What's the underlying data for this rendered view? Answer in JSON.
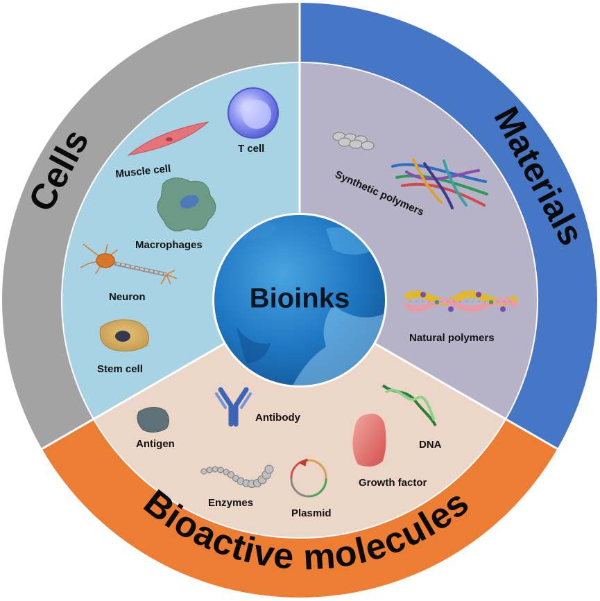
{
  "center_label": "Bioinks",
  "sections": {
    "cells": {
      "title": "Cells",
      "ring_color": "#a3a3a3",
      "panel_color": "#a7d3e4",
      "items": [
        "T cell",
        "Muscle cell",
        "Macrophages",
        "Neuron",
        "Stem cell"
      ]
    },
    "materials": {
      "title": "Materials",
      "ring_color": "#4676c6",
      "panel_color": "#b6b3c8",
      "items": [
        "Synthetic polymers",
        "Natural polymers"
      ]
    },
    "bioactive": {
      "title": "Bioactive molecules",
      "ring_color": "#ec7d33",
      "panel_color": "#ecd6c8",
      "items": [
        "Antigen",
        "Antibody",
        "DNA",
        "Growth factor",
        "Enzymes",
        "Plasmid"
      ]
    }
  }
}
